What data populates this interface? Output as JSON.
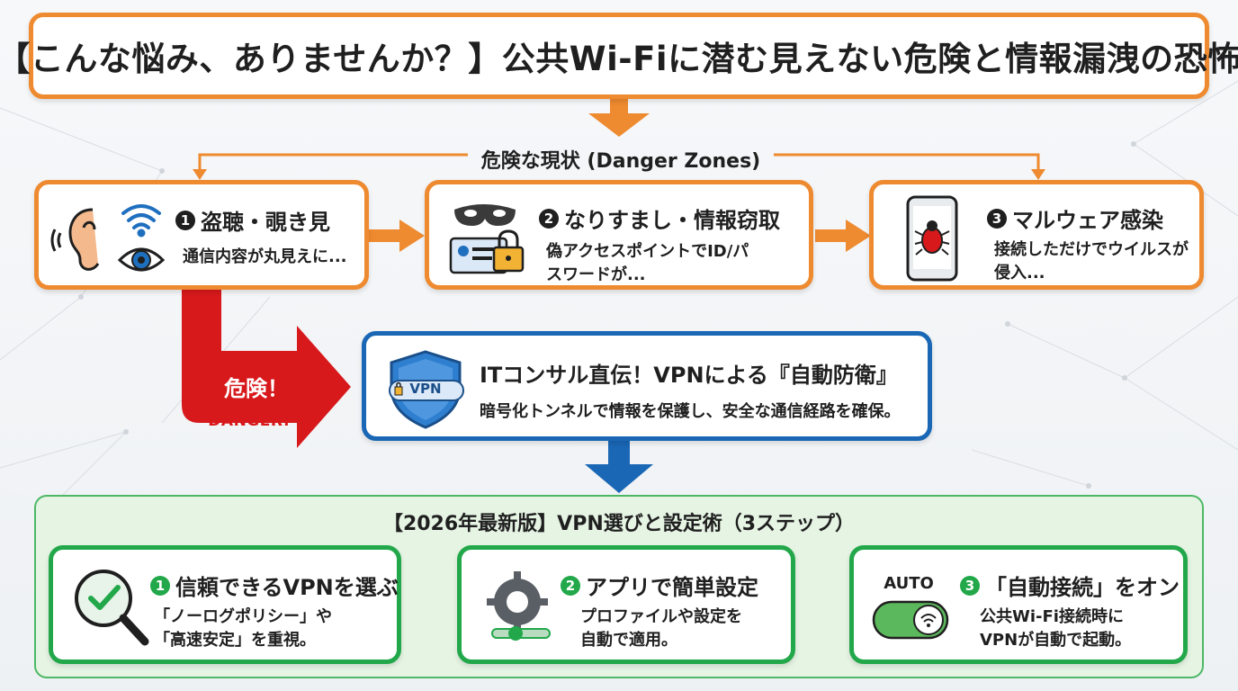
{
  "title": "【こんな悩み、ありませんか？】公共Wi-Fiに潜む見えない危険と情報漏洩の恐怖",
  "danger_zone_label": "危険な現状 (Danger Zones)",
  "danger_cards": [
    {
      "num": "1",
      "title": "盗聴・覗き見",
      "desc": "通信内容が丸見えに..."
    },
    {
      "num": "2",
      "title": "なりすまし・情報窃取",
      "desc": "偽アクセスポイントでID/パスワードが..."
    },
    {
      "num": "3",
      "title": "マルウェア感染",
      "desc": "接続しただけでウイルスが侵入..."
    }
  ],
  "danger_arrow": {
    "label": "危険！",
    "sub": "DANGER!"
  },
  "solution": {
    "badge": "VPN",
    "title": "ITコンサル直伝！VPNによる『自動防衛』",
    "desc": "暗号化トンネルで情報を保護し、安全な通信経路を確保。"
  },
  "steps_title": "【2026年最新版】VPN選びと設定術（3ステップ）",
  "steps": [
    {
      "num": "1",
      "title": "信頼できるVPNを選ぶ",
      "desc1": "「ノーログポリシー」や",
      "desc2": "「高速安定」を重視。"
    },
    {
      "num": "2",
      "title": "アプリで簡単設定",
      "desc1": "プロファイルや設定を",
      "desc2": "自動で適用。"
    },
    {
      "num": "3",
      "title": "「自動接続」をオン",
      "desc1": "公共Wi-Fi接続時に",
      "desc2": "VPNが自動で起動。"
    }
  ],
  "auto_label": "AUTO",
  "colors": {
    "orange": "#ee8a2f",
    "blue": "#1a67b5",
    "green": "#22a84a",
    "red": "#d8191c"
  },
  "icons": [
    "ear-icon",
    "wifi-icon",
    "eye-icon",
    "mask-icon",
    "id-card-icon",
    "lock-icon",
    "phone-icon",
    "bug-icon",
    "shield-icon",
    "magnifier-check-icon",
    "gear-icon",
    "toggle-wifi-icon"
  ]
}
